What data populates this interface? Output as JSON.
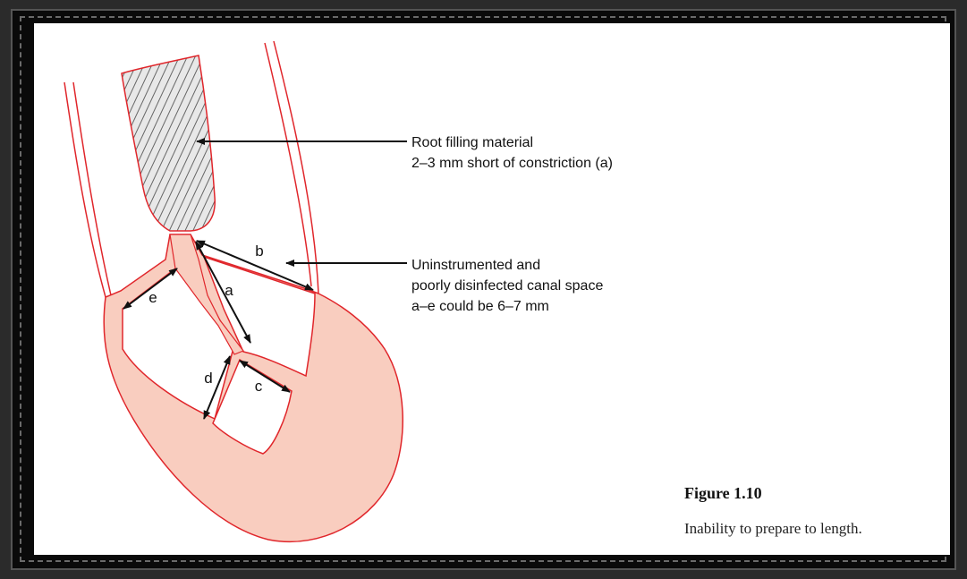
{
  "figure": {
    "title": "Figure 1.10",
    "caption": "Inability to prepare to length."
  },
  "annotations": {
    "root_filling_line1": "Root filling material",
    "root_filling_line2": "2–3 mm short of constriction (a)",
    "canal_line1": "Uninstrumented and",
    "canal_line2": "poorly disinfected canal space",
    "canal_line3": "a–e could be 6–7 mm"
  },
  "segment_labels": {
    "a": "a",
    "b": "b",
    "c": "c",
    "d": "d",
    "e": "e"
  },
  "colors": {
    "root_fill": "#f9cdbf",
    "outline": "#e0262b",
    "hatch": "#777777",
    "background": "#ffffff",
    "frame": "#0a0a0a"
  }
}
